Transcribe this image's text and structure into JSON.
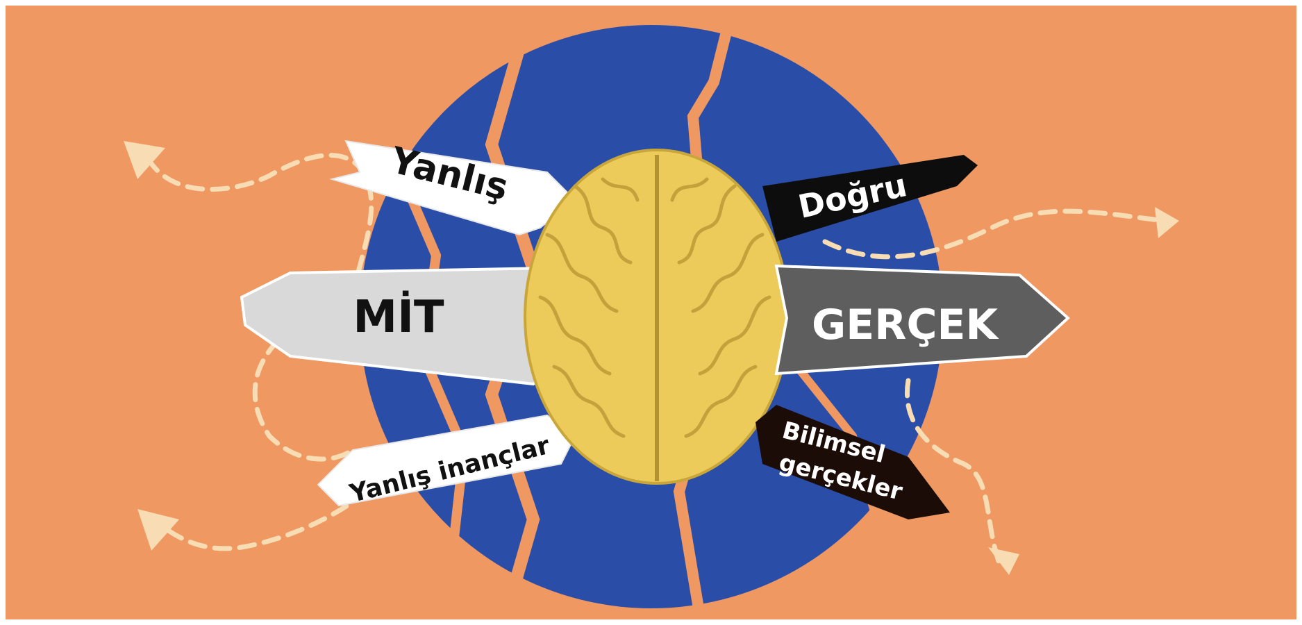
{
  "colors": {
    "background": "#ef9862",
    "globe": "#2a4ea8",
    "brain": "#eccb5a",
    "arrow": "#f7dcb4",
    "sign_white": "#ffffff",
    "sign_light_gray": "#d9d9d9",
    "sign_dark_gray": "#5e5e5e",
    "sign_black": "#0d0d0d",
    "sign_dark_brown": "#1c0c08"
  },
  "signs": {
    "myth": "MİT",
    "fact": "GERÇEK",
    "wrong": "Yanlış",
    "right": "Doğru",
    "false_beliefs": "Yanlış inançlar",
    "scientific_facts_line1": "Bilimsel",
    "scientific_facts_line2": "gerçekler"
  },
  "icons": {
    "brain": "brain-icon",
    "globe": "globe-icon",
    "arrows": "dashed-arrow-icon"
  }
}
